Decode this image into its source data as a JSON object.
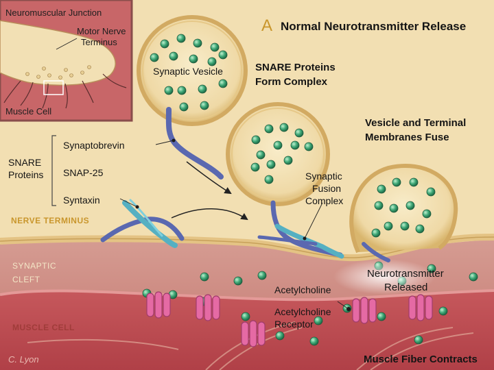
{
  "inset": {
    "title": "Neuromuscular Junction",
    "motor_nerve_terminus": [
      "Motor Nerve",
      "Terminus"
    ],
    "muscle_cell": "Muscle Cell"
  },
  "header": {
    "panel_letter": "A",
    "title": "Normal Neurotransmitter Release"
  },
  "snare": {
    "group_label": [
      "SNARE",
      "Proteins"
    ],
    "synaptobrevin": "Synaptobrevin",
    "snap25": "SNAP-25",
    "syntaxin": "Syntaxin"
  },
  "labels": {
    "synaptic_vesicle": "Synaptic Vesicle",
    "snare_complex": [
      "SNARE Proteins",
      "Form Complex"
    ],
    "membranes_fuse": [
      "Vesicle and Terminal",
      "Membranes Fuse"
    ],
    "fusion_complex": [
      "Synaptic",
      "Fusion",
      "Complex"
    ],
    "neurotransmitter_released": [
      "Neurotransmitter",
      "Released"
    ],
    "acetylcholine": "Acetylcholine",
    "acetylcholine_receptor": [
      "Acetylcholine",
      "Receptor"
    ],
    "muscle_fiber_contracts": "Muscle Fiber Contracts"
  },
  "zones": {
    "nerve_terminus": "NERVE TERMINUS",
    "synaptic_cleft": [
      "SYNAPTIC",
      "CLEFT"
    ],
    "muscle_cell": "MUSCLE CELL"
  },
  "signature": "C. Lyon",
  "colors": {
    "terminus_fill": "#f2dfb2",
    "cleft_fill": "#c98a86",
    "muscle_fill": "#c2545a",
    "vesicle_fill": "#f6e6c0",
    "vesicle_border": "#d6b370",
    "neurotransmitter": "#3fa877",
    "synaptobrevin": "#5a68b0",
    "snap25": "#55b0c2",
    "receptor": "#e56aa4"
  }
}
